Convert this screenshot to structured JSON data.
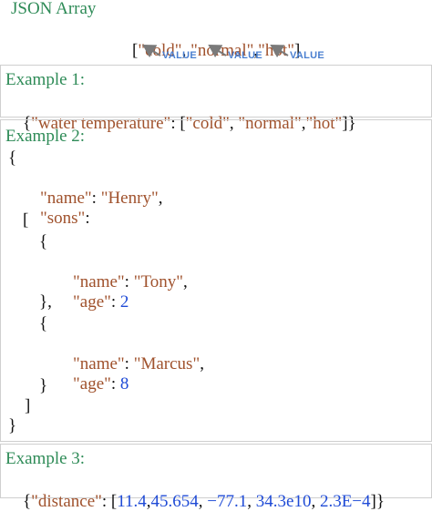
{
  "header": {
    "title": "JSON Array",
    "open_bracket": "[",
    "values": [
      "\"cold\"",
      "\"normal\"",
      "\"hot\""
    ],
    "comma": ",",
    "close_bracket": "]",
    "value_label": "VALUE"
  },
  "example1": {
    "title": "Example 1:",
    "key": "\"water temperature\"",
    "values": [
      "\"cold\"",
      "\"normal\"",
      "\"hot\""
    ]
  },
  "example2": {
    "title": "Example 2:",
    "name_key": "\"name\"",
    "name_value": "\"Henry\"",
    "sons_key": "\"sons\"",
    "age_key": "\"age\"",
    "sons": [
      {
        "name": "\"Tony\"",
        "age": "2"
      },
      {
        "name": "\"Marcus\"",
        "age": "8"
      }
    ]
  },
  "example3": {
    "title": "Example 3:",
    "key": "\"distance\"",
    "values": [
      "11.4",
      "45.654",
      "−77.1",
      "34.3e10",
      "2.3E−4"
    ]
  }
}
